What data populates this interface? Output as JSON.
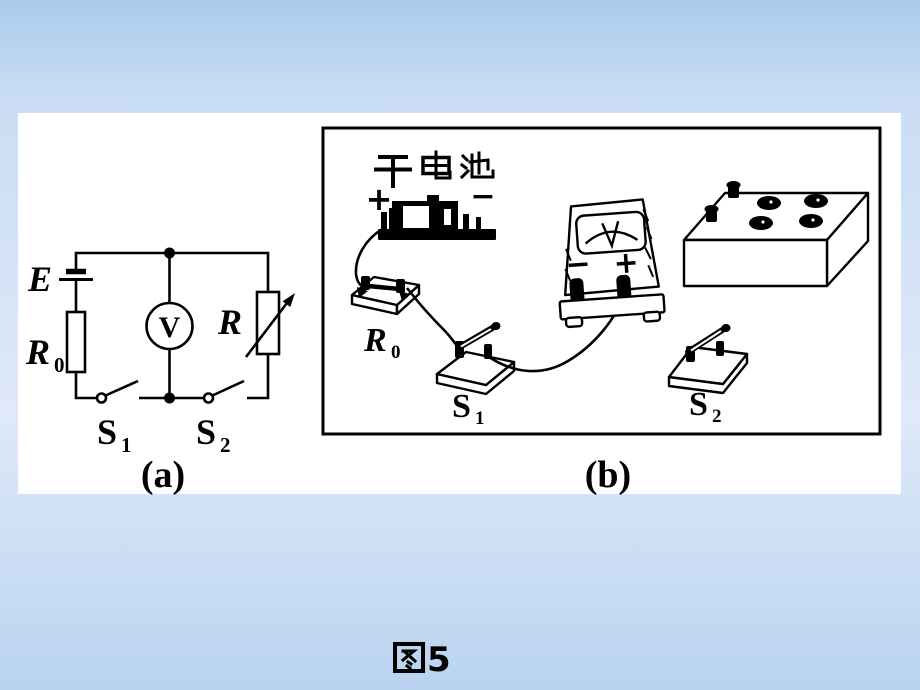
{
  "slide": {
    "background": {
      "top": "#a9ccec",
      "middle": "#dfe9f9",
      "bottom": "#b9d3f0"
    },
    "caption": {
      "text": "图5",
      "number": "5"
    }
  },
  "panel_a": {
    "caption": "(a)",
    "battery_label": "E",
    "r0_label": {
      "base": "R",
      "sub": "0"
    },
    "voltmeter_label": "V",
    "rheostat_label": "R",
    "s1_label": {
      "base": "S",
      "sub": "1"
    },
    "s2_label": {
      "base": "S",
      "sub": "2"
    }
  },
  "panel_b": {
    "caption": "(b)",
    "dry_battery_label": "干电池",
    "battery_plus": "+",
    "battery_minus": "−",
    "meter_minus": "−",
    "meter_plus": "+",
    "r0_label": {
      "base": "R",
      "sub": "0"
    },
    "s1_label": {
      "base": "S",
      "sub": "1"
    },
    "s2_label": {
      "base": "S",
      "sub": "2"
    }
  }
}
